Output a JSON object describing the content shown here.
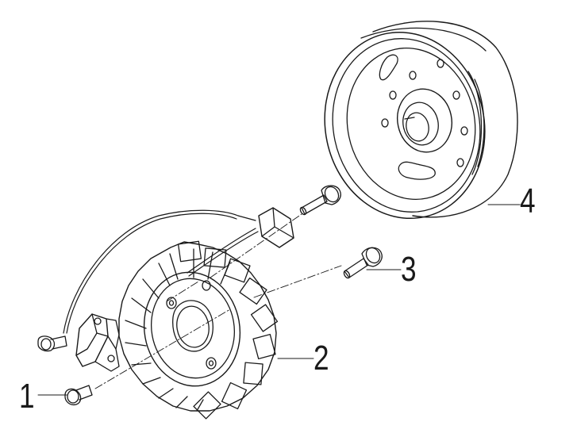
{
  "callouts": [
    {
      "label": "1",
      "part": "stator-screw"
    },
    {
      "label": "2",
      "part": "stator"
    },
    {
      "label": "3",
      "part": "flywheel-screw"
    },
    {
      "label": "4",
      "part": "flywheel"
    }
  ],
  "colors": {
    "line": "#1a1a1a",
    "background": "#ffffff"
  }
}
